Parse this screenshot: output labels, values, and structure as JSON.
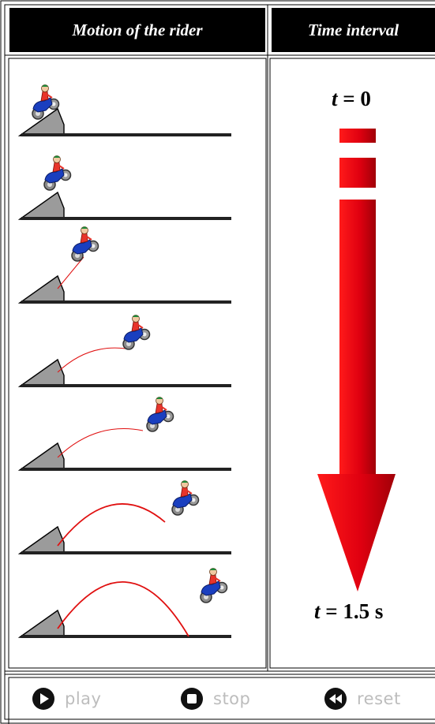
{
  "table": {
    "col_motion_header": "Motion of the rider",
    "col_time_header": "Time interval"
  },
  "time_arrow": {
    "start_label": "t = 0",
    "start_var": "t",
    "start_rest": " = 0",
    "end_var": "t",
    "end_rest": " = 1.5 s",
    "color": "#e00010"
  },
  "frames_count": 7,
  "controls": {
    "play_label": "play",
    "stop_label": "stop",
    "reset_label": "reset",
    "color": "#bdbdbd"
  }
}
